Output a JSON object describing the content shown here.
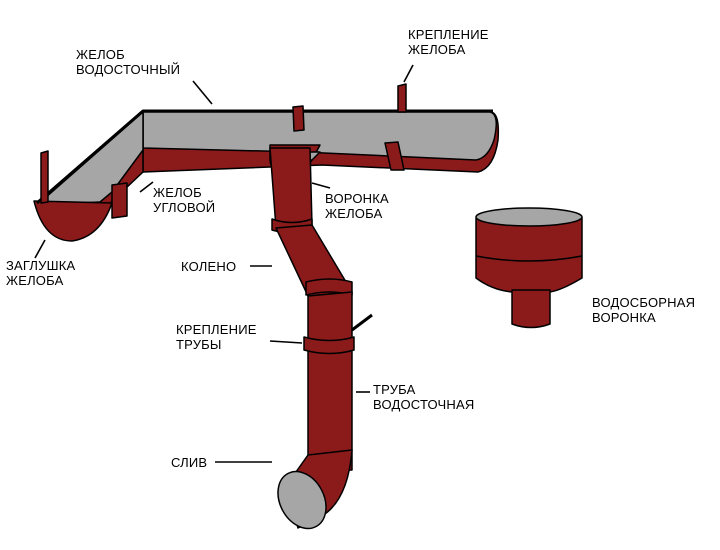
{
  "colors": {
    "metal_red": "#8b1a1a",
    "metal_gray": "#a6a6a6",
    "outline": "#000000",
    "leader": "#000000"
  },
  "labels": {
    "gutter": {
      "line1": "ЖЕЛОБ",
      "line2": "ВОДОСТОЧНЫЙ"
    },
    "gutter_bracket": {
      "line1": "КРЕПЛЕНИЕ",
      "line2": "ЖЕЛОБА"
    },
    "corner_gutter": {
      "line1": "ЖЕЛОБ",
      "line2": "УГЛОВОЙ"
    },
    "gutter_funnel": {
      "line1": "ВОРОНКА",
      "line2": "ЖЕЛОБА"
    },
    "end_cap": {
      "line1": "ЗАГЛУШКА",
      "line2": "ЖЕЛОБА"
    },
    "elbow": {
      "line1": "КОЛЕНО"
    },
    "pipe_bracket": {
      "line1": "КРЕПЛЕНИЕ",
      "line2": "ТРУБЫ"
    },
    "downpipe": {
      "line1": "ТРУБА",
      "line2": "ВОДОСТОЧНАЯ"
    },
    "outlet": {
      "line1": "СЛИВ"
    },
    "collector_funnel": {
      "line1": "ВОДОСБОРНАЯ",
      "line2": "ВОРОНКА"
    }
  }
}
